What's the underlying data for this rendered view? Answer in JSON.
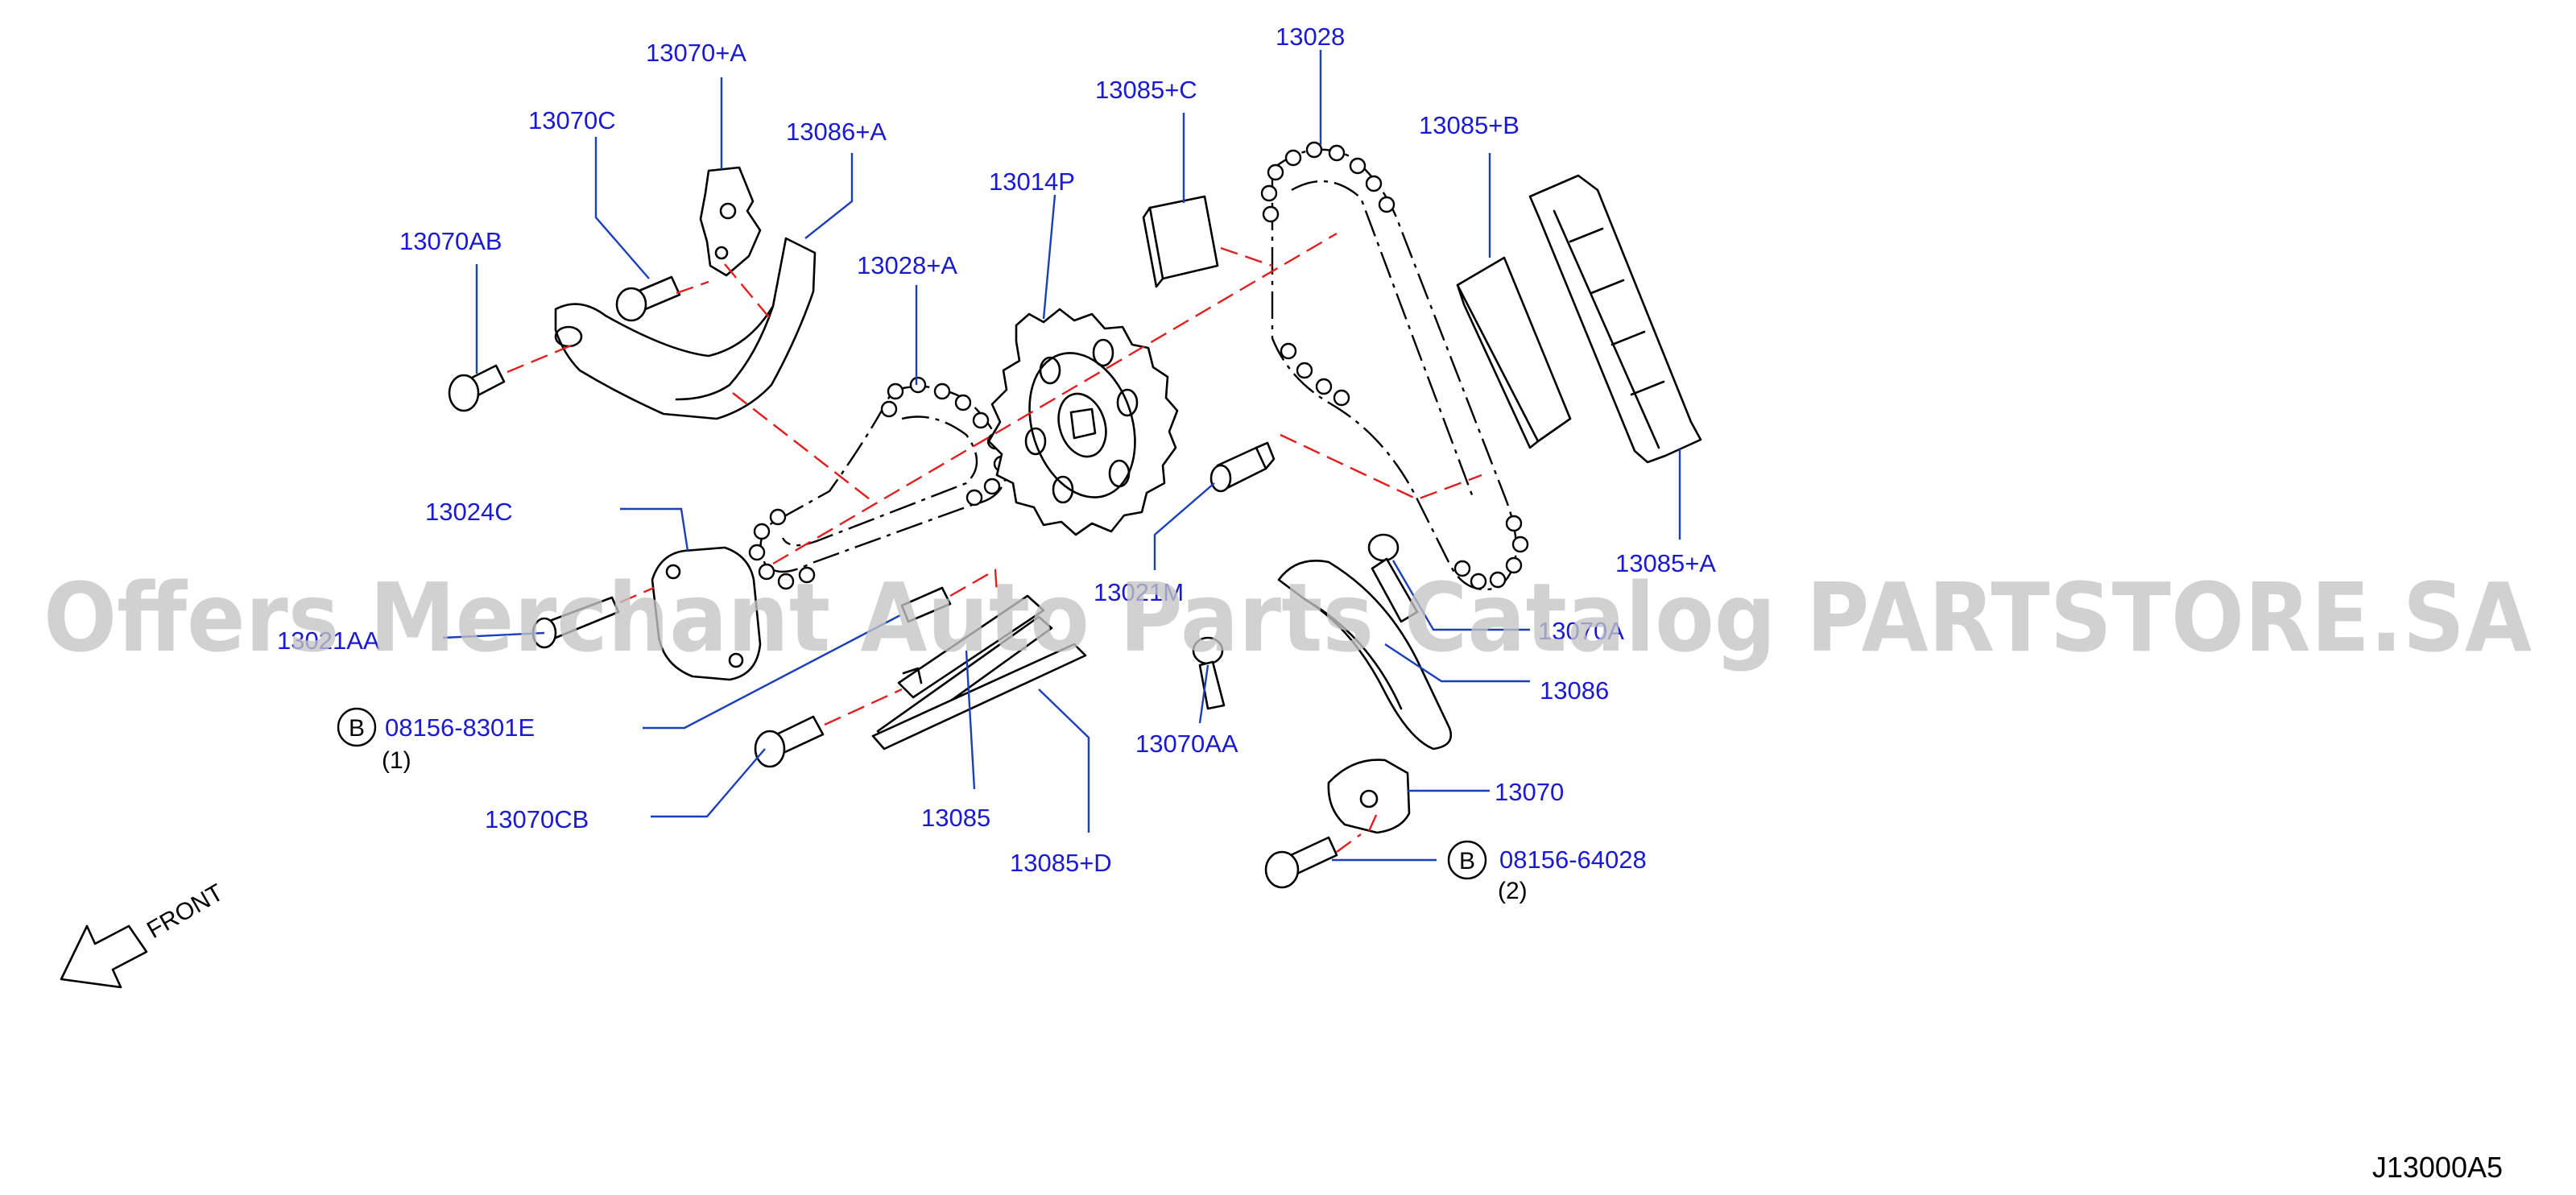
{
  "diagram": {
    "drawing_id": "J13000A5",
    "watermark": "Offers Merchant Auto Parts Catalog PARTSTORE.SA",
    "front_label": "FRONT",
    "callouts": [
      {
        "id": "13070+A"
      },
      {
        "id": "13070C"
      },
      {
        "id": "13086+A"
      },
      {
        "id": "13070AB"
      },
      {
        "id": "13028+A"
      },
      {
        "id": "13014P"
      },
      {
        "id": "13085+C"
      },
      {
        "id": "13028"
      },
      {
        "id": "13085+B"
      },
      {
        "id": "13024C"
      },
      {
        "id": "13085+A"
      },
      {
        "id": "13021M"
      },
      {
        "id": "13021AA"
      },
      {
        "id": "13070A"
      },
      {
        "id": "13086"
      },
      {
        "id": "13070AA"
      },
      {
        "id": "13070"
      },
      {
        "id": "13070CB"
      },
      {
        "id": "13085"
      },
      {
        "id": "13085+D"
      },
      {
        "id": "08156-8301E",
        "badge": "B",
        "qty": "(1)"
      },
      {
        "id": "08156-64028",
        "badge": "B",
        "qty": "(2)"
      }
    ]
  }
}
